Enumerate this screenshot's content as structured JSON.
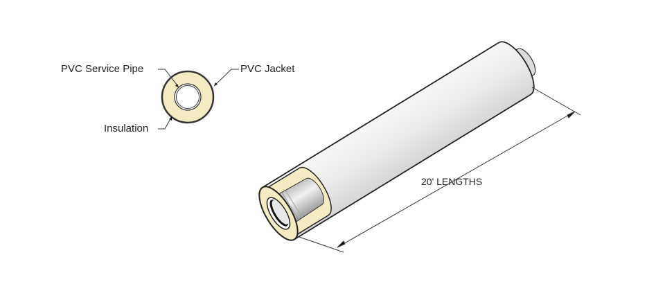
{
  "labels": {
    "service_pipe": "PVC Service Pipe",
    "jacket": "PVC Jacket",
    "insulation": "Insulation",
    "length": "20' LENGTHS"
  },
  "colors": {
    "insulation": "#f4ebc2",
    "jacket": "#ececec",
    "outline": "#222222"
  }
}
